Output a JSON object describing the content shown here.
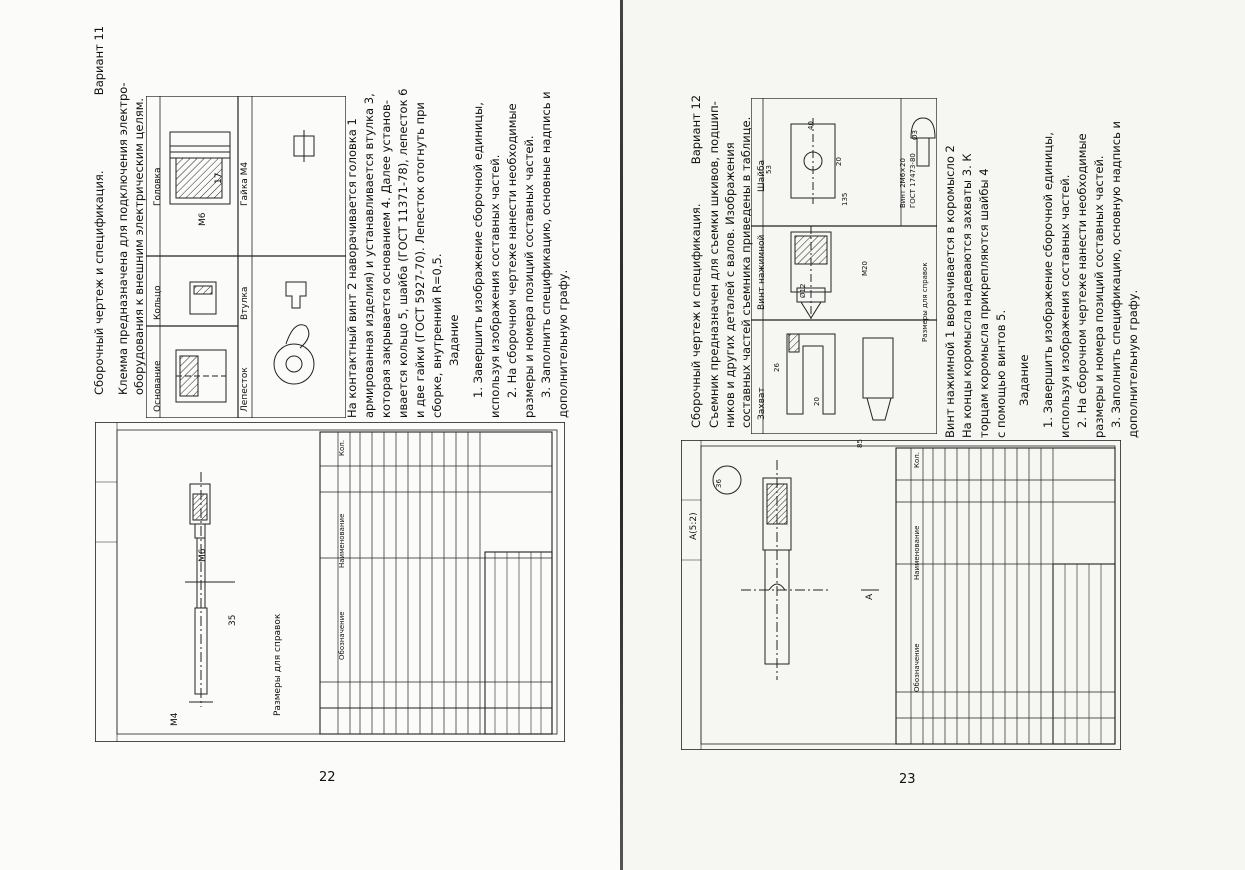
{
  "left_page": {
    "page_number": "22",
    "header_title": "Сборочный чертеж и спецификация.",
    "variant": "Вариант 11",
    "intro": [
      "Клемма предназначена для подключения электро-",
      "оборудования к внешним электрическим целям."
    ],
    "parts_table": {
      "headers": [
        "Основание",
        "Кольцо",
        "Головка"
      ],
      "row2": [
        "Лепесток",
        "Втулка",
        "Гайка М4"
      ],
      "dims": [
        "М6",
        "17"
      ]
    },
    "description": [
      "На контактный винт 2 наворачивается головка 1",
      "армированная изделия) и устанавливается втулка 3,",
      "которая закрывается основанием 4. Далее установ-",
      "ивается кольцо 5, шайба (ГОСТ 11371-78), лепесток 6",
      "и две гайки (ГОСТ 5927-70). Лепесток отогнуть при",
      "сборке, внутренний R=0,5."
    ],
    "task_title": "Задание",
    "tasks": [
      "1. Завершить изображение сборочной единицы,",
      "используя изображения составных частей.",
      "2. На сборочном чертеже нанести необходимые",
      "размеры и номера позиций составных частей.",
      "3. Заполнить спецификацию, основные надпись и",
      "дополнительную графу."
    ],
    "drawing": {
      "ref_label": "Размеры для справок",
      "dims": [
        "М6",
        "35",
        "М4"
      ],
      "spec_headers": [
        "Обозначение",
        "Наименование",
        "Кол."
      ]
    }
  },
  "right_page": {
    "page_number": "23",
    "header_title": "Сборочный чертеж и спецификация.",
    "variant": "Вариант 12",
    "intro": [
      "Съемник предназначен для съемки шкивов, подшип-",
      "ников и других деталей с валов. Изображения",
      "составных частей съемника приведены в таблице."
    ],
    "parts_table": {
      "headers": [
        "Захват",
        "Винт нажимной",
        "Шайба"
      ],
      "dims": [
        "26",
        "20",
        "85",
        "Ø12",
        "М20",
        "135",
        "40",
        "20",
        "53",
        "Ø3"
      ],
      "note": [
        "Винт 2М6×20",
        "ГОСТ 17473-80"
      ],
      "ref_label": "Размеры для справок"
    },
    "description": [
      "Винт нажимной 1 вворачивается в коромысло 2",
      "На концы коромысла надеваются захваты 3. К",
      "торцам коромысла прикрепляются шайбы 4",
      "с помощью винтов 5."
    ],
    "task_title": "Задание",
    "tasks": [
      "1. Завершить изображение сборочной единицы,",
      "используя изображения составных частей.",
      "2. На сборочном чертеже нанести необходимые",
      "размеры и номера позиций составных частей.",
      "3. Заполнить спецификацию, основную надпись и",
      "дополнительную графу."
    ],
    "drawing": {
      "section_label": "А(5:2)",
      "dims": [
        "36"
      ],
      "view_label": "А",
      "spec_headers": [
        "Обозначение",
        "Наименование",
        "Кол."
      ]
    }
  }
}
